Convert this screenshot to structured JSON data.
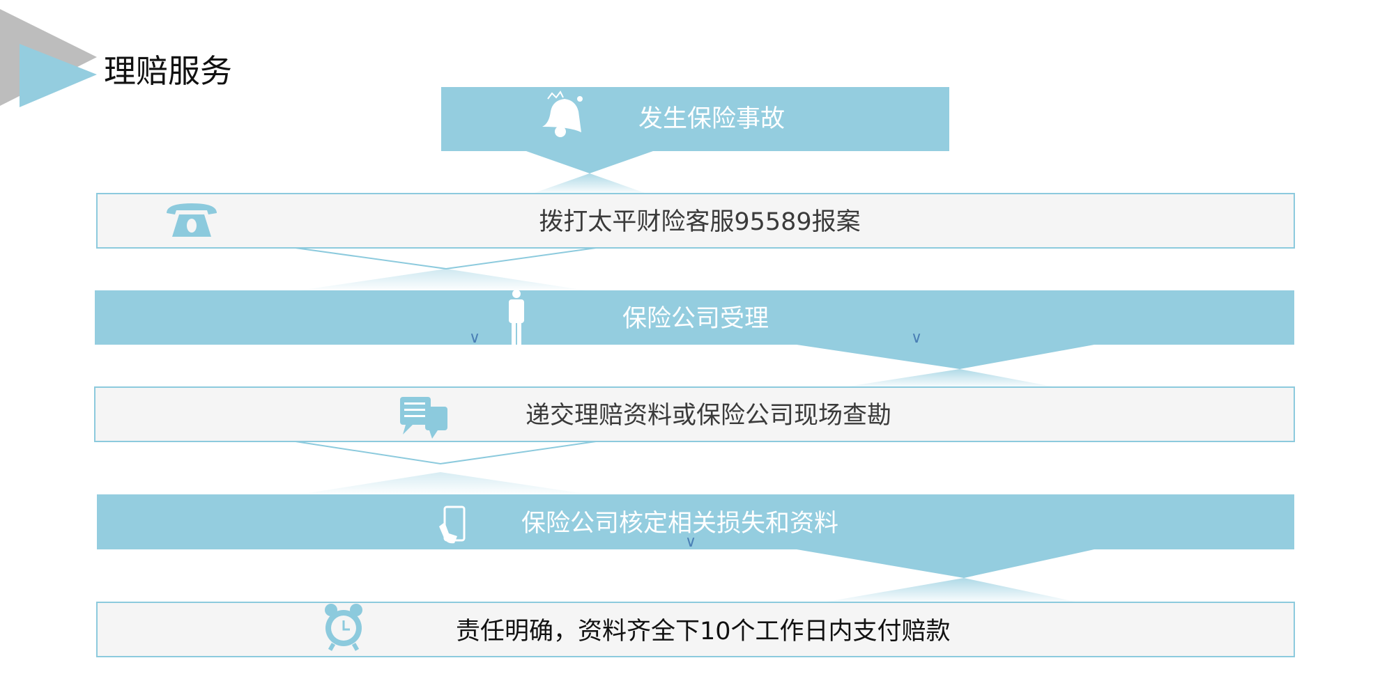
{
  "title": "理赔服务",
  "steps": [
    {
      "label": "发生保险事故",
      "icon": "bell-icon"
    },
    {
      "label": "拨打太平财险客服95589报案",
      "icon": "telephone-icon"
    },
    {
      "label": "保险公司受理",
      "icon": "person-icon"
    },
    {
      "label": "递交理赔资料或保险公司现场查勘",
      "icon": "chat-icon"
    },
    {
      "label": "保险公司核定相关损失和资料",
      "icon": "tablet-touch-icon"
    },
    {
      "label": "责任明确，资料齐全下10个工作日内支付赔款",
      "icon": "alarm-clock-icon"
    }
  ],
  "colors": {
    "accent": "#94cddf",
    "box_fill": "#f5f5f5",
    "border": "#8ccadd",
    "header_gray": "#bdbdbd",
    "chevron": "#4a7fb5"
  }
}
